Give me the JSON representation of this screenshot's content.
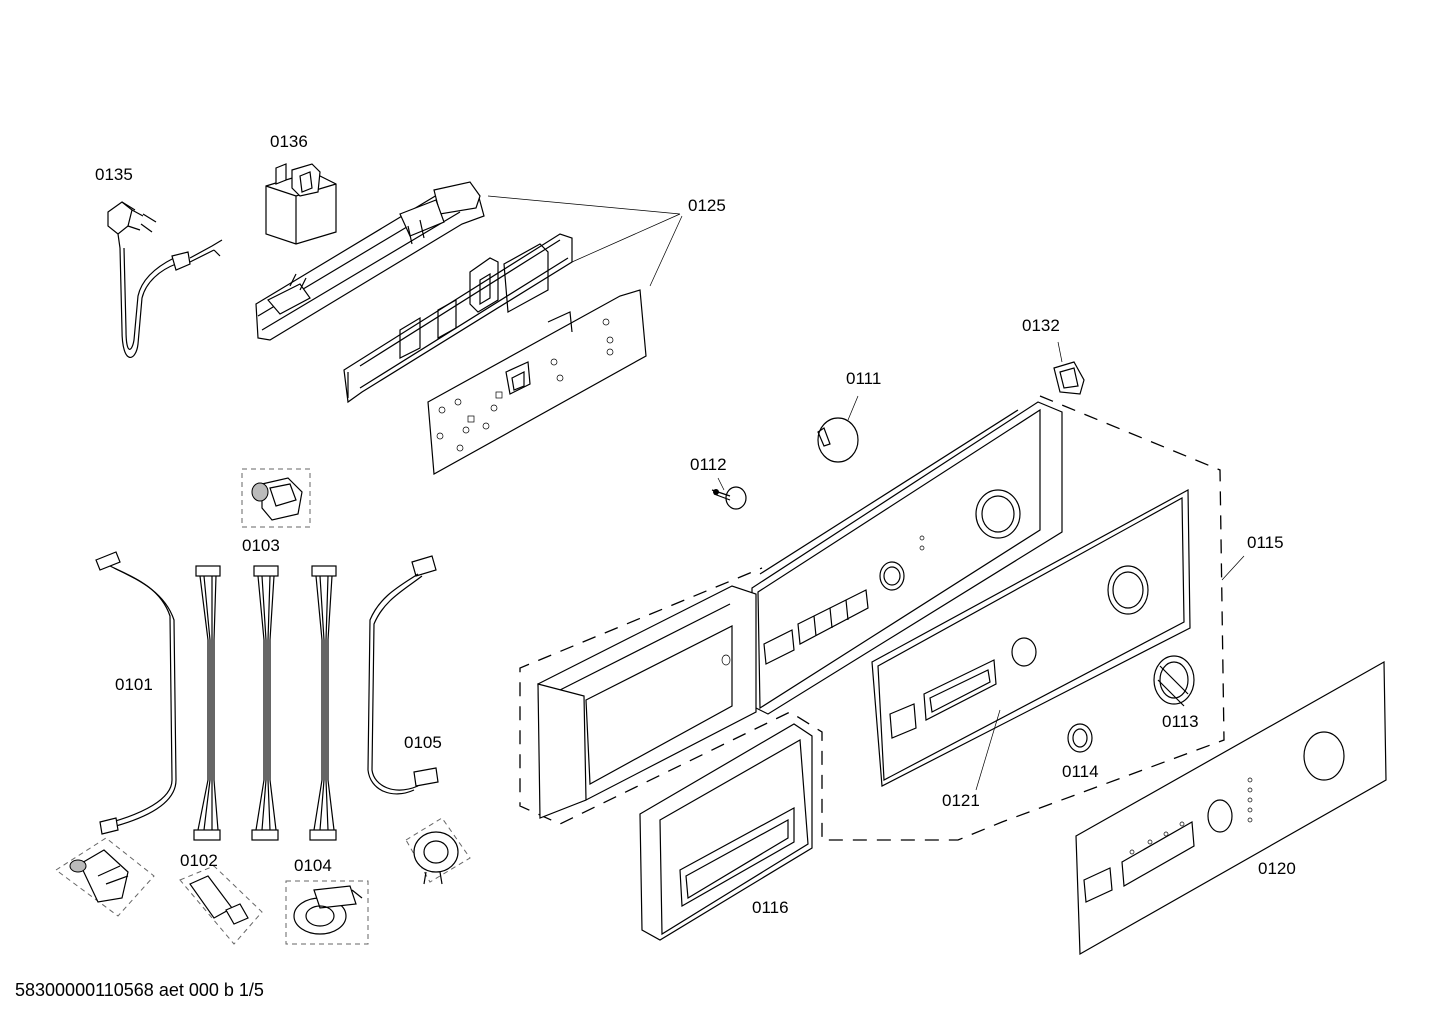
{
  "diagram": {
    "labels": {
      "p0135": "0135",
      "p0136": "0136",
      "p0125": "0125",
      "p0132": "0132",
      "p0111": "0111",
      "p0112": "0112",
      "p0103": "0103",
      "p0115": "0115",
      "p0101": "0101",
      "p0105": "0105",
      "p0113": "0113",
      "p0121": "0121",
      "p0114": "0114",
      "p0102": "0102",
      "p0104": "0104",
      "p0120": "0120",
      "p0116": "0116"
    },
    "footer": "58300000110568 aet 000 b 1/5"
  }
}
